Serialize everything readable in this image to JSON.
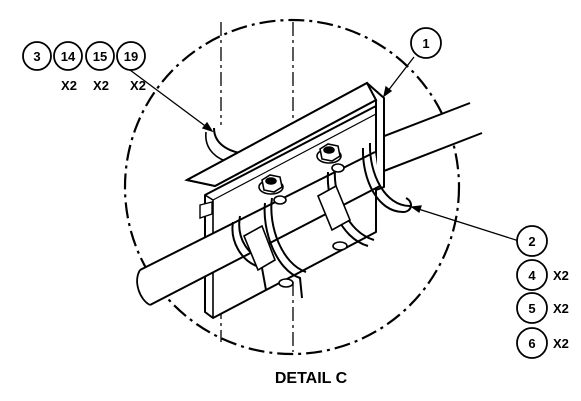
{
  "title": "DETAIL C",
  "callouts": {
    "b1": "1",
    "b2": "2",
    "b3": "3",
    "b4": "4",
    "b5": "5",
    "b6": "6",
    "b14": "14",
    "b15": "15",
    "b19": "19"
  },
  "quantities": {
    "q14": "X2",
    "q15": "X2",
    "q19": "X2",
    "q4": "X2",
    "q5": "X2",
    "q6": "X2"
  },
  "colors": {
    "ink": "#000000",
    "paper": "#ffffff"
  }
}
